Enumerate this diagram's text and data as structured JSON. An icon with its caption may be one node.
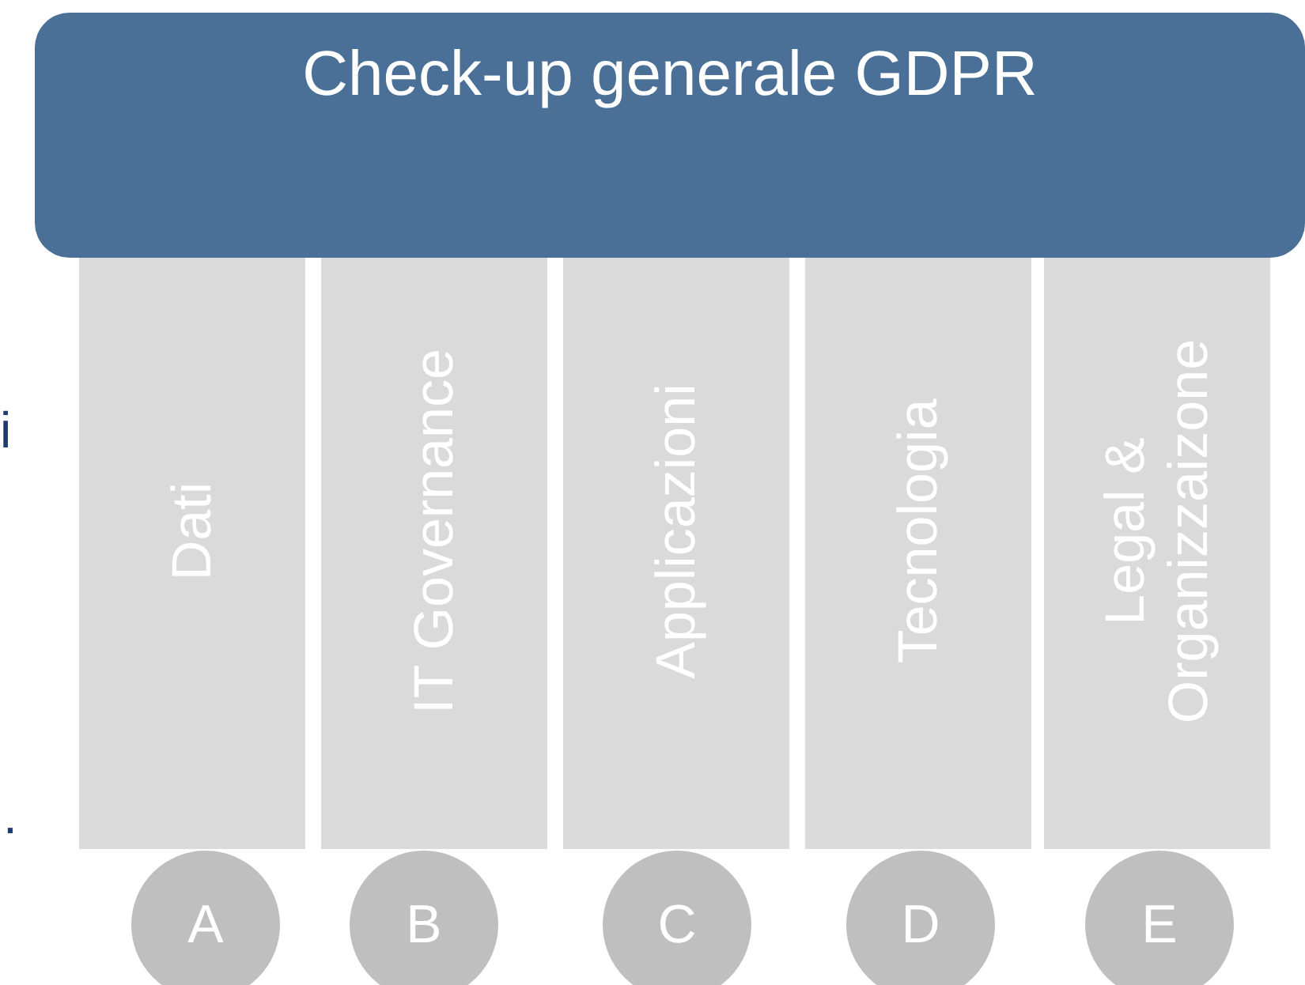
{
  "diagram": {
    "nodes": [
      {
        "text": [
          "Check-up generale GDPR"
        ]
      },
      {
        "text": [
          "Dati"
        ]
      },
      {
        "text": [
          "IT Governance"
        ]
      },
      {
        "text": [
          "Applicazioni"
        ]
      },
      {
        "text": [
          "Tecnologia"
        ]
      },
      {
        "text": [
          "Legal & Organizzaizone"
        ]
      },
      {
        "text": [
          "A"
        ]
      },
      {
        "text": [
          "B"
        ]
      },
      {
        "text": [
          "C"
        ]
      },
      {
        "text": [
          "D"
        ]
      },
      {
        "text": [
          "E"
        ]
      }
    ],
    "labels": [
      "i",
      "."
    ]
  }
}
